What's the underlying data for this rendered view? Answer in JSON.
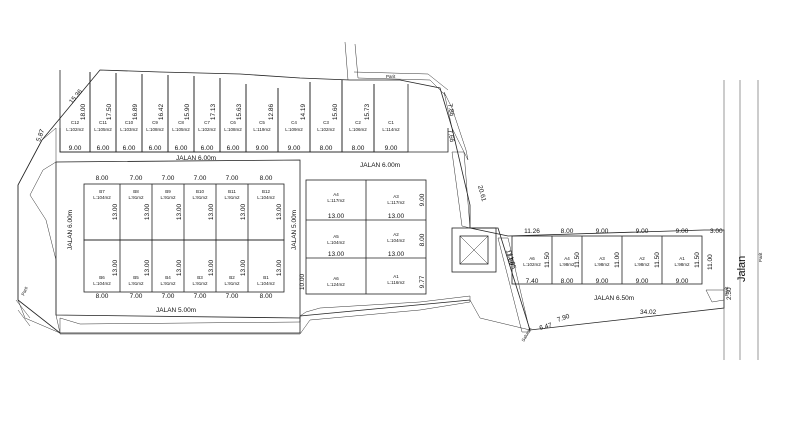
{
  "roads": {
    "jalan_top": "JALAN 6.00m",
    "jalan_top_right": "JALAN 6.00m",
    "jalan_left": "JALAN 6.00m",
    "jalan_mid": "JALAN 5.00m",
    "jalan_bottom": "JALAN 5.00m",
    "jalan_right": "JALAN 6.50m",
    "jalan_main": "Jalan",
    "parit_top": "Parit",
    "parit_right": "Parit",
    "parit_left": "Parit",
    "parit_small": "Parit",
    "saluran": "Saluran"
  },
  "perimeter": {
    "left_top_1": "15.36",
    "left_top_2": "5.87",
    "right_top_1": "7.86",
    "right_top_2": "7.66",
    "diag_1": "20.61",
    "diag_2": "11.95",
    "bottom_1": "6.47",
    "bottom_2": "7.90",
    "bottom_long": "34.02",
    "corner_1": "3.00",
    "corner_2": "11.00",
    "corner_3": "2.50"
  },
  "c_lots": [
    {
      "name": "C12",
      "area": "L:102m2",
      "depth": "18.00",
      "width": "9.00"
    },
    {
      "name": "C11",
      "area": "L:105m2",
      "depth": "17.50",
      "width": "6.00"
    },
    {
      "name": "C10",
      "area": "L:103m2",
      "depth": "16.89",
      "width": "6.00"
    },
    {
      "name": "C9",
      "area": "L:108m2",
      "depth": "16.42",
      "width": "6.00"
    },
    {
      "name": "C8",
      "area": "L:105m2",
      "depth": "15.90",
      "width": "6.00"
    },
    {
      "name": "C7",
      "area": "L:102m2",
      "depth": "17.13",
      "width": "6.00"
    },
    {
      "name": "C6",
      "area": "L:108m2",
      "depth": "15.63",
      "width": "6.00"
    },
    {
      "name": "C5",
      "area": "L:119m2",
      "depth": "12.86",
      "width": "9.00"
    },
    {
      "name": "C4",
      "area": "L:109m2",
      "depth": "14.19",
      "width": "9.00"
    },
    {
      "name": "C3",
      "area": "L:102m2",
      "depth": "15.60",
      "width": "8.00"
    },
    {
      "name": "C2",
      "area": "L:106m2",
      "depth": "15.73",
      "width": "8.00"
    },
    {
      "name": "C1",
      "area": "L:114m2",
      "depth": "",
      "width": "9.00"
    }
  ],
  "b_top_lots": [
    {
      "name": "B7",
      "area": "L:104m2",
      "width": "8.00"
    },
    {
      "name": "B8",
      "area": "L:91m2",
      "width": "7.00"
    },
    {
      "name": "B9",
      "area": "L:91m2",
      "width": "7.00"
    },
    {
      "name": "B10",
      "area": "L:91m2",
      "width": "7.00"
    },
    {
      "name": "B11",
      "area": "L:91m2",
      "width": "7.00"
    },
    {
      "name": "B12",
      "area": "L:104m2",
      "width": "8.00"
    }
  ],
  "b_bottom_lots": [
    {
      "name": "B6",
      "area": "L:104m2",
      "width": "8.00"
    },
    {
      "name": "B5",
      "area": "L:91m2",
      "width": "7.00"
    },
    {
      "name": "B4",
      "area": "L:91m2",
      "width": "7.00"
    },
    {
      "name": "B3",
      "area": "L:91m2",
      "width": "7.00"
    },
    {
      "name": "B2",
      "area": "L:91m2",
      "width": "7.00"
    },
    {
      "name": "B1",
      "area": "L:104m2",
      "width": "8.00"
    }
  ],
  "b_depth": "13.00",
  "a_lots": [
    {
      "name": "A4",
      "area": "L:117m2"
    },
    {
      "name": "A3",
      "area": "L:117m2"
    },
    {
      "name": "A5",
      "area": "L:104m2"
    },
    {
      "name": "A2",
      "area": "L:104m2"
    },
    {
      "name": "A6",
      "area": "L:124m2"
    },
    {
      "name": "A1",
      "area": "L:116m2"
    }
  ],
  "a_dims": {
    "width": "13.00",
    "d1": "9.00",
    "d2": "8.00",
    "d3": "10.00",
    "d4": "9.77"
  },
  "r_lots": [
    {
      "name": "A6",
      "area": "L:102m2",
      "width": "7.40",
      "top": "11.26"
    },
    {
      "name": "A4",
      "area": "L:98m2",
      "width": "8.00",
      "top": "8.00"
    },
    {
      "name": "A3",
      "area": "L:98m2",
      "width": "9.00",
      "top": "9.00"
    },
    {
      "name": "A2",
      "area": "L:98m2",
      "width": "9.00",
      "top": "9.00"
    },
    {
      "name": "A1",
      "area": "L:98m2",
      "width": "9.00",
      "top": "9.00"
    }
  ],
  "r_depth": "11.50",
  "r_depth2": "11.00",
  "r_side": "11.86"
}
